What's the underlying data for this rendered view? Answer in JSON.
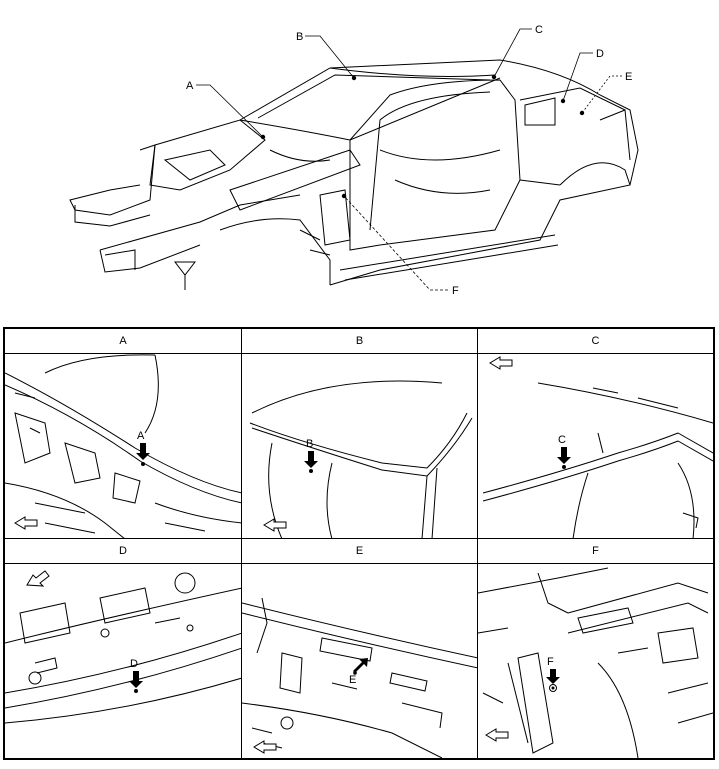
{
  "overview": {
    "callouts": [
      {
        "key": "A",
        "label": "A"
      },
      {
        "key": "B",
        "label": "B"
      },
      {
        "key": "C",
        "label": "C"
      },
      {
        "key": "D",
        "label": "D"
      },
      {
        "key": "E",
        "label": "E"
      },
      {
        "key": "F",
        "label": "F"
      }
    ]
  },
  "panels": [
    {
      "key": "A",
      "title": "A",
      "marker": "A"
    },
    {
      "key": "B",
      "title": "B",
      "marker": "B"
    },
    {
      "key": "C",
      "title": "C",
      "marker": "C"
    },
    {
      "key": "D",
      "title": "D",
      "marker": "D"
    },
    {
      "key": "E",
      "title": "E",
      "marker": "E"
    },
    {
      "key": "F",
      "title": "F",
      "marker": "F"
    }
  ]
}
